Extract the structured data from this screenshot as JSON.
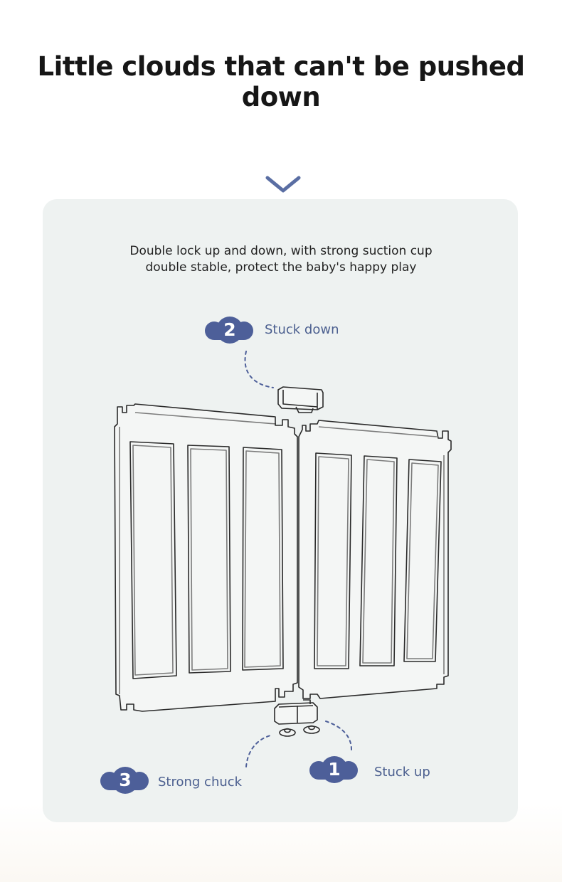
{
  "header": {
    "title": "Little clouds that can't be pushed down"
  },
  "description": {
    "line1": "Double lock up and down, with strong suction cup",
    "line2": "double stable, protect the baby's happy play"
  },
  "callouts": [
    {
      "number": "2",
      "label": "Stuck down"
    },
    {
      "number": "3",
      "label": "Strong chuck"
    },
    {
      "number": "1",
      "label": "Stuck up"
    }
  ],
  "colors": {
    "accent": "#4d5f99",
    "panel_bg": "#eef2f1",
    "line": "#2a2a2a"
  },
  "icons": {
    "chevron": "chevron-down-icon"
  }
}
